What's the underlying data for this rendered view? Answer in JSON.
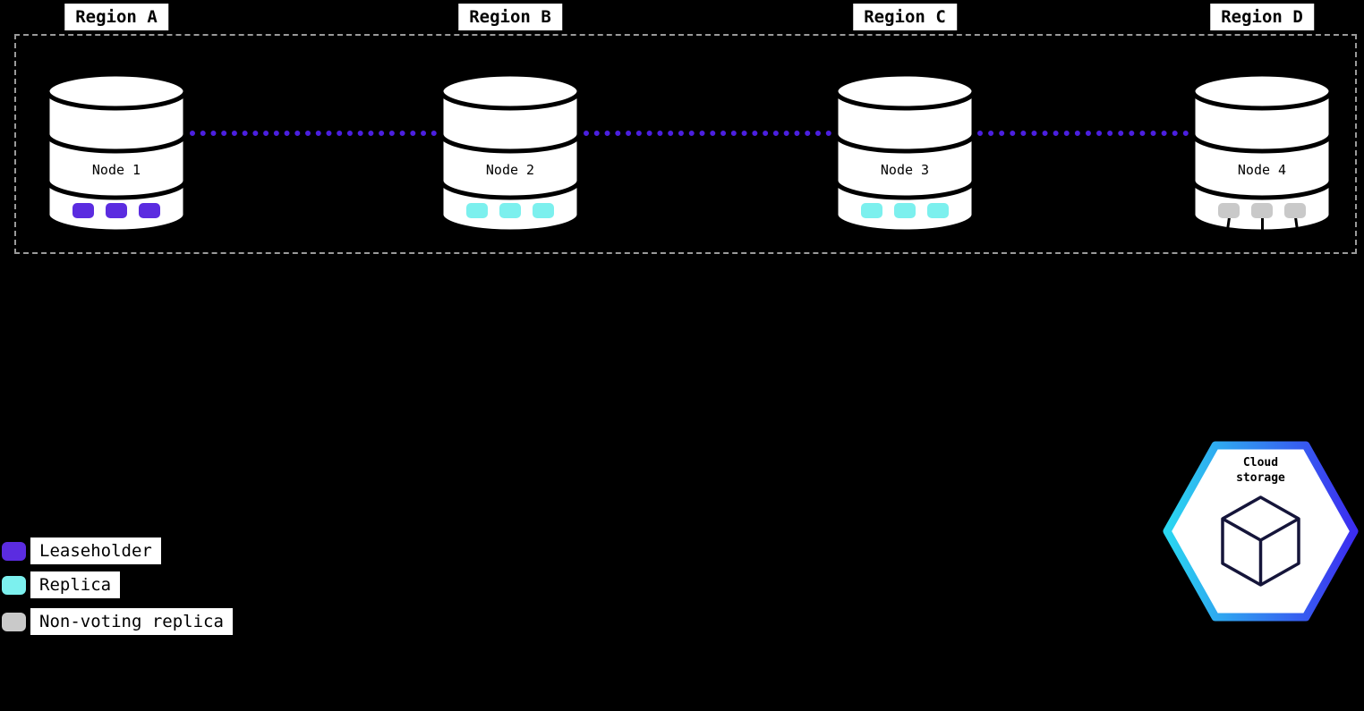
{
  "diagram": {
    "regions": [
      {
        "label": "Region A"
      },
      {
        "label": "Region B"
      },
      {
        "label": "Region C"
      },
      {
        "label": "Region D"
      }
    ],
    "nodes": [
      {
        "label": "Node 1",
        "replica_type": "leaseholder"
      },
      {
        "label": "Node 2",
        "replica_type": "replica"
      },
      {
        "label": "Node 3",
        "replica_type": "replica"
      },
      {
        "label": "Node 4",
        "replica_type": "non-voting replica"
      }
    ],
    "legend": [
      {
        "label": "Leaseholder",
        "color": "#5b2ce0"
      },
      {
        "label": "Replica",
        "color": "#7cf0ee"
      },
      {
        "label": "Non-voting replica",
        "color": "#c9c9c9"
      }
    ],
    "cloud_storage": {
      "label": "Cloud storage"
    },
    "colors": {
      "background": "#000000",
      "replication_link": "#4b1fe0",
      "boundary_dash": "#9a9a9a",
      "hexagon_gradient_start": "#2ad7f0",
      "hexagon_gradient_end": "#3c2df0",
      "cube_stroke": "#15153a"
    }
  }
}
